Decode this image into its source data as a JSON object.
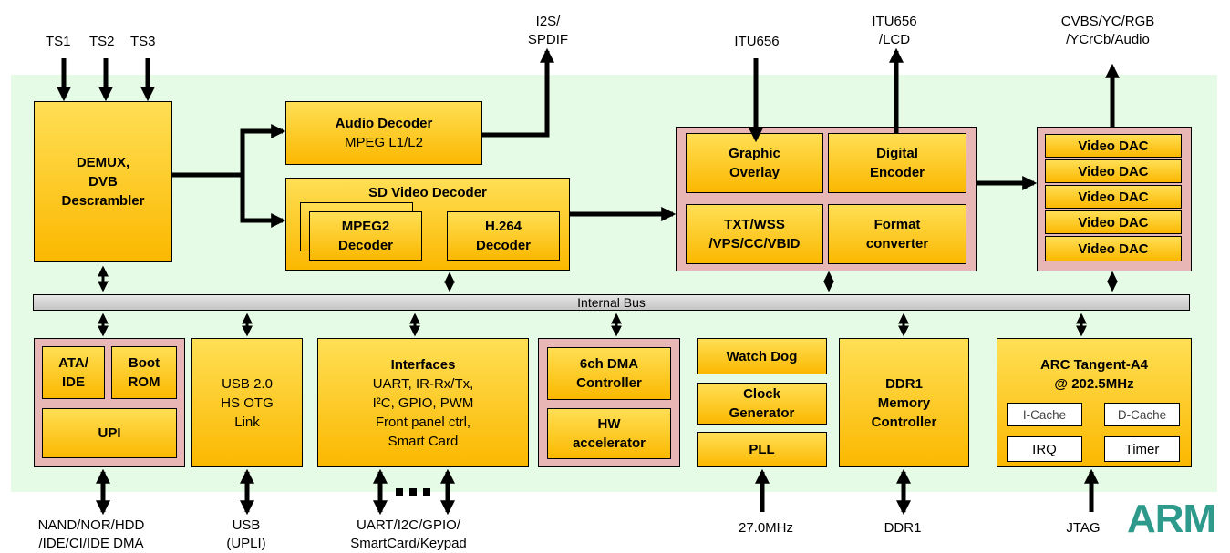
{
  "external": {
    "ts1": "TS1",
    "ts2": "TS2",
    "ts3": "TS3",
    "i2s_line1": "I2S/",
    "i2s_line2": "SPDIF",
    "itu_in": "ITU656",
    "itu_lcd_line1": "ITU656",
    "itu_lcd_line2": "/LCD",
    "cvbs_line1": "CVBS/YC/RGB",
    "cvbs_line2": "/YCrCb/Audio",
    "nand_line1": "NAND/NOR/HDD",
    "nand_line2": "/IDE/CI/IDE DMA",
    "usb_line1": "USB",
    "usb_line2": "(UPLI)",
    "uart_line1": "UART/I2C/GPIO/",
    "uart_line2": "SmartCard/Keypad",
    "clock_in": "27.0MHz",
    "ddr": "DDR1",
    "jtag": "JTAG"
  },
  "blocks": {
    "demux": [
      "DEMUX,",
      "DVB",
      "Descrambler"
    ],
    "audio_title": "Audio Decoder",
    "audio_sub": "MPEG L1/L2",
    "sd_video": "SD Video Decoder",
    "mpeg2": [
      "MPEG2",
      "Decoder"
    ],
    "h264": [
      "H.264",
      "Decoder"
    ],
    "graphic_overlay": [
      "Graphic",
      "Overlay"
    ],
    "digital_encoder": [
      "Digital",
      "Encoder"
    ],
    "txt_wss": [
      "TXT/WSS",
      "/VPS/CC/VBID"
    ],
    "format_converter": [
      "Format",
      "converter"
    ],
    "video_dac": "Video DAC",
    "bus": "Internal Bus",
    "ata": [
      "ATA/",
      "IDE"
    ],
    "boot": [
      "Boot",
      "ROM"
    ],
    "upi": "UPI",
    "usb": [
      "USB 2.0",
      "HS OTG",
      "Link"
    ],
    "interfaces_title": "Interfaces",
    "interfaces_lines": [
      "UART, IR-Rx/Tx,",
      "I²C, GPIO, PWM",
      "Front panel ctrl,",
      "Smart Card"
    ],
    "dma": [
      "6ch DMA",
      "Controller"
    ],
    "hw": [
      "HW",
      "accelerator"
    ],
    "watchdog": "Watch Dog",
    "clockgen": [
      "Clock",
      "Generator"
    ],
    "pll": "PLL",
    "ddr_ctrl": [
      "DDR1",
      "Memory",
      "Controller"
    ],
    "arc_title": [
      "ARC Tangent-A4",
      "@ 202.5MHz"
    ],
    "icache": "I-Cache",
    "dcache": "D-Cache",
    "irq": "IRQ",
    "timer": "Timer"
  },
  "logo": "ARM",
  "colors": {
    "chip_bg": "#e6fbe6",
    "block_fill": "#ffd42a",
    "group_fill": "#e8b6b4",
    "logo": "#2e9a8c"
  }
}
